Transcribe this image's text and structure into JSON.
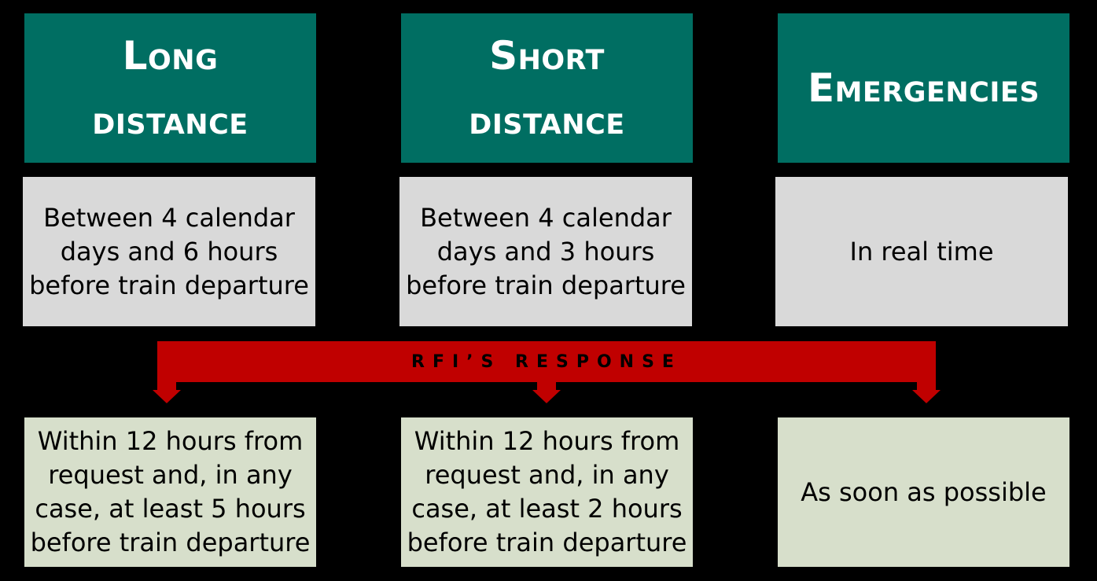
{
  "columns": [
    {
      "header": [
        "Long",
        "distance"
      ],
      "request": "Between 4 calendar days and 6 hours before train departure",
      "response": "Within 12 hours from request and, in any case, at least 5 hours before train departure"
    },
    {
      "header": [
        "Short",
        "distance"
      ],
      "request": "Between 4 calendar days and 3 hours before train departure",
      "response": "Within 12 hours from request and, in any case, at least 2 hours before train departure"
    },
    {
      "header": [
        "Emergencies"
      ],
      "request": "In real time",
      "response": "As soon as possible"
    }
  ],
  "banner": {
    "label": "RFI’S RESPONSE"
  },
  "colors": {
    "background": "#000000",
    "header": "#006E62",
    "request_box": "#D9D9D9",
    "response_box": "#D7DFCB",
    "banner": "#C00000"
  }
}
